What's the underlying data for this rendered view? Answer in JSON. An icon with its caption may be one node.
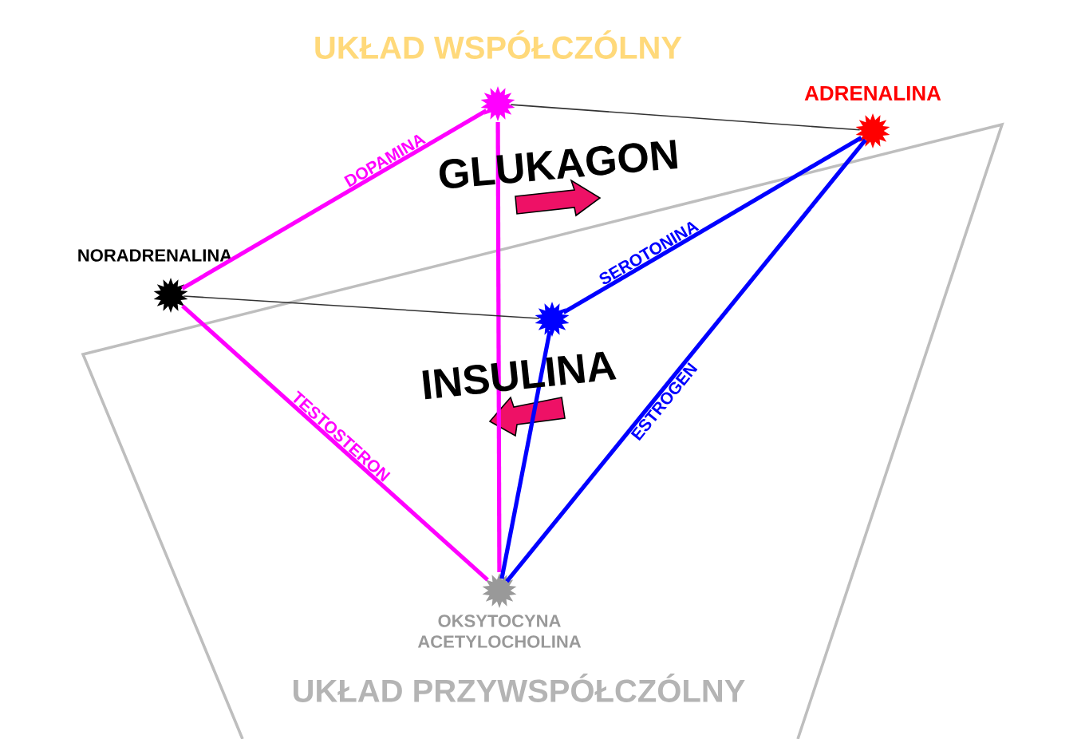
{
  "diagram": {
    "title": "UKŁAD WSPÓŁCZÓLNY",
    "nodes": [
      {
        "text": [],
        "shape": "star"
      },
      {
        "text": [
          "ADRENALINA"
        ]
      },
      {
        "text": [
          "NORADRENALINA"
        ]
      },
      {
        "text": [],
        "shape": "star"
      },
      {
        "text": [
          "OKSYTOCYNA ACETYLOCHOLINA"
        ]
      }
    ],
    "edges": [
      {
        "from": 0,
        "to": 1,
        "arrow": "none",
        "color": "#333333"
      },
      {
        "from": 2,
        "to": 0,
        "arrow": "none",
        "label": "DOPAMINA",
        "color": "#ff00ff"
      },
      {
        "from": 0,
        "to": 4,
        "arrow": "none",
        "color": "#ff00ff"
      },
      {
        "from": 2,
        "to": 3,
        "arrow": "none",
        "color": "#333333"
      },
      {
        "from": 3,
        "to": 1,
        "arrow": "none",
        "label": "SEROTONINA",
        "color": "#0000ff"
      },
      {
        "from": 3,
        "to": 4,
        "arrow": "none",
        "color": "#0000ff"
      },
      {
        "from": 4,
        "to": 1,
        "arrow": "none",
        "label": "ESTROGEN",
        "color": "#0000ff"
      },
      {
        "from": 2,
        "to": 4,
        "arrow": "none",
        "label": "TESTOSTERON",
        "color": "#ff00ff"
      }
    ],
    "labels": [
      "GLUKAGON",
      "INSULINA",
      "UKŁAD PRZYWSPÓŁCZÓLNY"
    ]
  }
}
